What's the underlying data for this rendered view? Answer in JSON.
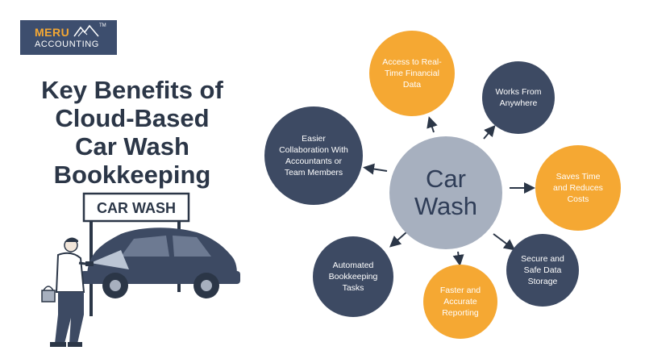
{
  "logo": {
    "brand": "MERU",
    "tm": "TM",
    "sub": "ACCOUNTING"
  },
  "title": [
    "Key Benefits of",
    "Cloud-Based",
    "Car Wash",
    "Bookkeeping"
  ],
  "sign": {
    "text": "CAR WASH"
  },
  "hub": {
    "lines": [
      "Car",
      "Wash"
    ]
  },
  "benefits": [
    {
      "id": "access",
      "lines": [
        "Access to Real-",
        "Time Financial",
        "Data"
      ],
      "color": "orange"
    },
    {
      "id": "anywhere",
      "lines": [
        "Works From",
        "Anywhere"
      ],
      "color": "navy"
    },
    {
      "id": "saves-time",
      "lines": [
        "Saves Time",
        "and Reduces",
        "Costs"
      ],
      "color": "orange"
    },
    {
      "id": "secure",
      "lines": [
        "Secure and",
        "Safe Data",
        "Storage"
      ],
      "color": "navy"
    },
    {
      "id": "reporting",
      "lines": [
        "Faster and",
        "Accurate",
        "Reporting"
      ],
      "color": "orange"
    },
    {
      "id": "automated",
      "lines": [
        "Automated",
        "Bookkeeping",
        "Tasks"
      ],
      "color": "navy"
    },
    {
      "id": "collab",
      "lines": [
        "Easier",
        "Collaboration With",
        "Accountants or",
        "Team Members"
      ],
      "color": "navy"
    }
  ],
  "colors": {
    "navy": "#3d4a63",
    "orange": "#f5a833",
    "hub": "#a7b0bf",
    "title": "#2b3647"
  }
}
